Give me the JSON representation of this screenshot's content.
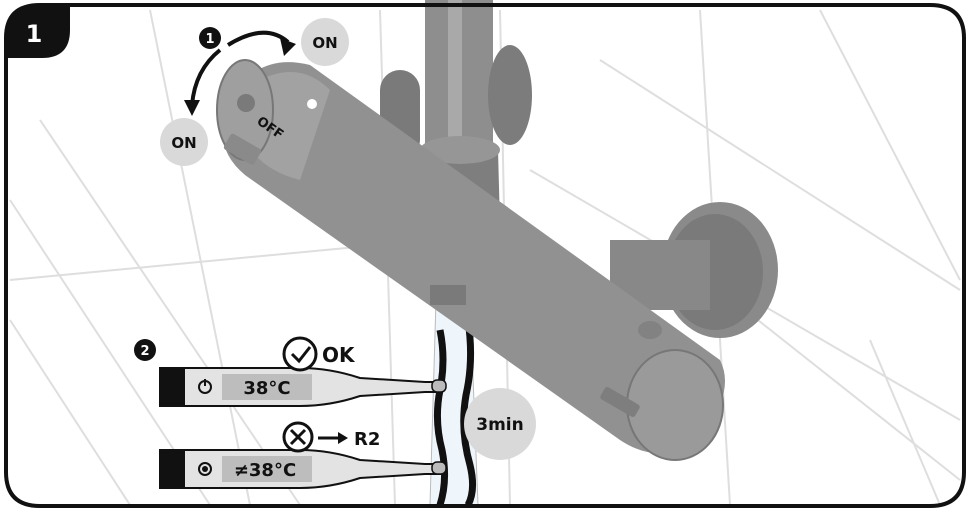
{
  "step_number": "1",
  "rotation": {
    "step_marker": "1",
    "on_top_label": "ON",
    "on_left_label": "ON",
    "off_label": "OFF"
  },
  "thermometer_check": {
    "step_marker": "2",
    "ok": {
      "icon": "check-icon",
      "label": "OK",
      "reading": "38°C",
      "power_icon": "power-icon"
    },
    "fail": {
      "icon": "cross-icon",
      "reference": "R2",
      "reading": "≠38°C",
      "record_icon": "record-dot-icon"
    }
  },
  "duration_label": "3min",
  "colors": {
    "frame": "#111111",
    "faucet": "#8c8c8c",
    "badge": "#d9d9d9",
    "tile_line": "#dcdcdc"
  }
}
